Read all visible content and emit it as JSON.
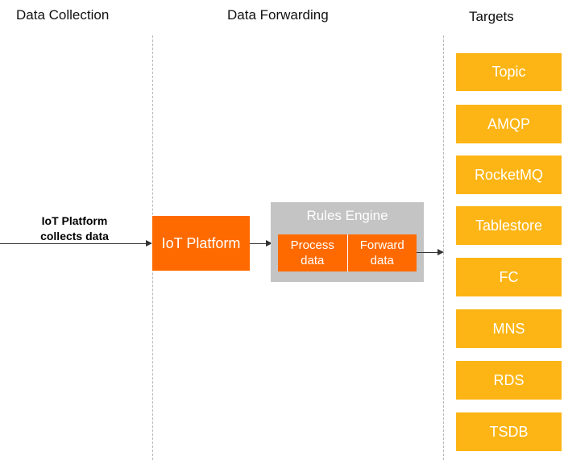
{
  "headers": {
    "collection": "Data Collection",
    "forwarding": "Data Forwarding",
    "targets": "Targets"
  },
  "input_label": {
    "line1": "IoT Platform",
    "line2": "collects data"
  },
  "iot_platform": "IoT Platform",
  "rules_engine": {
    "title": "Rules Engine",
    "process": {
      "line1": "Process",
      "line2": "data"
    },
    "forward": {
      "line1": "Forward",
      "line2": "data"
    }
  },
  "targets": [
    "Topic",
    "AMQP",
    "RocketMQ",
    "Tablestore",
    "FC",
    "MNS",
    "RDS",
    "TSDB"
  ],
  "colors": {
    "primary_orange": "#ff6a00",
    "target_yellow": "#fdb515",
    "rules_gray": "#c4c4c4"
  }
}
